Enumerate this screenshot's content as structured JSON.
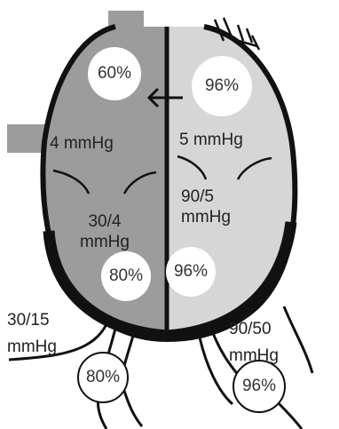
{
  "colors": {
    "left_heart": "#9c9c9c",
    "right_heart": "#d6d6d6",
    "outline": "#111111",
    "circle_fill": "#ffffff"
  },
  "chambers": {
    "left_atrium": {
      "saturation": "60%",
      "pressure": "4 mmHg"
    },
    "right_atrium": {
      "saturation": "96%",
      "pressure": "5 mmHg"
    },
    "left_ventricle": {
      "saturation": "80%",
      "pressure": "30/4\nmmHg"
    },
    "right_ventricle": {
      "saturation": "96%",
      "pressure": "90/5\nmmHg"
    }
  },
  "vessels": {
    "left_outflow": {
      "saturation": "80%",
      "pressure": "30/15\nmmHg"
    },
    "right_outflow": {
      "saturation": "96%",
      "pressure": "90/50\nmmHg"
    }
  },
  "icons": {
    "shunt_arrow": "arrow-left-icon"
  }
}
